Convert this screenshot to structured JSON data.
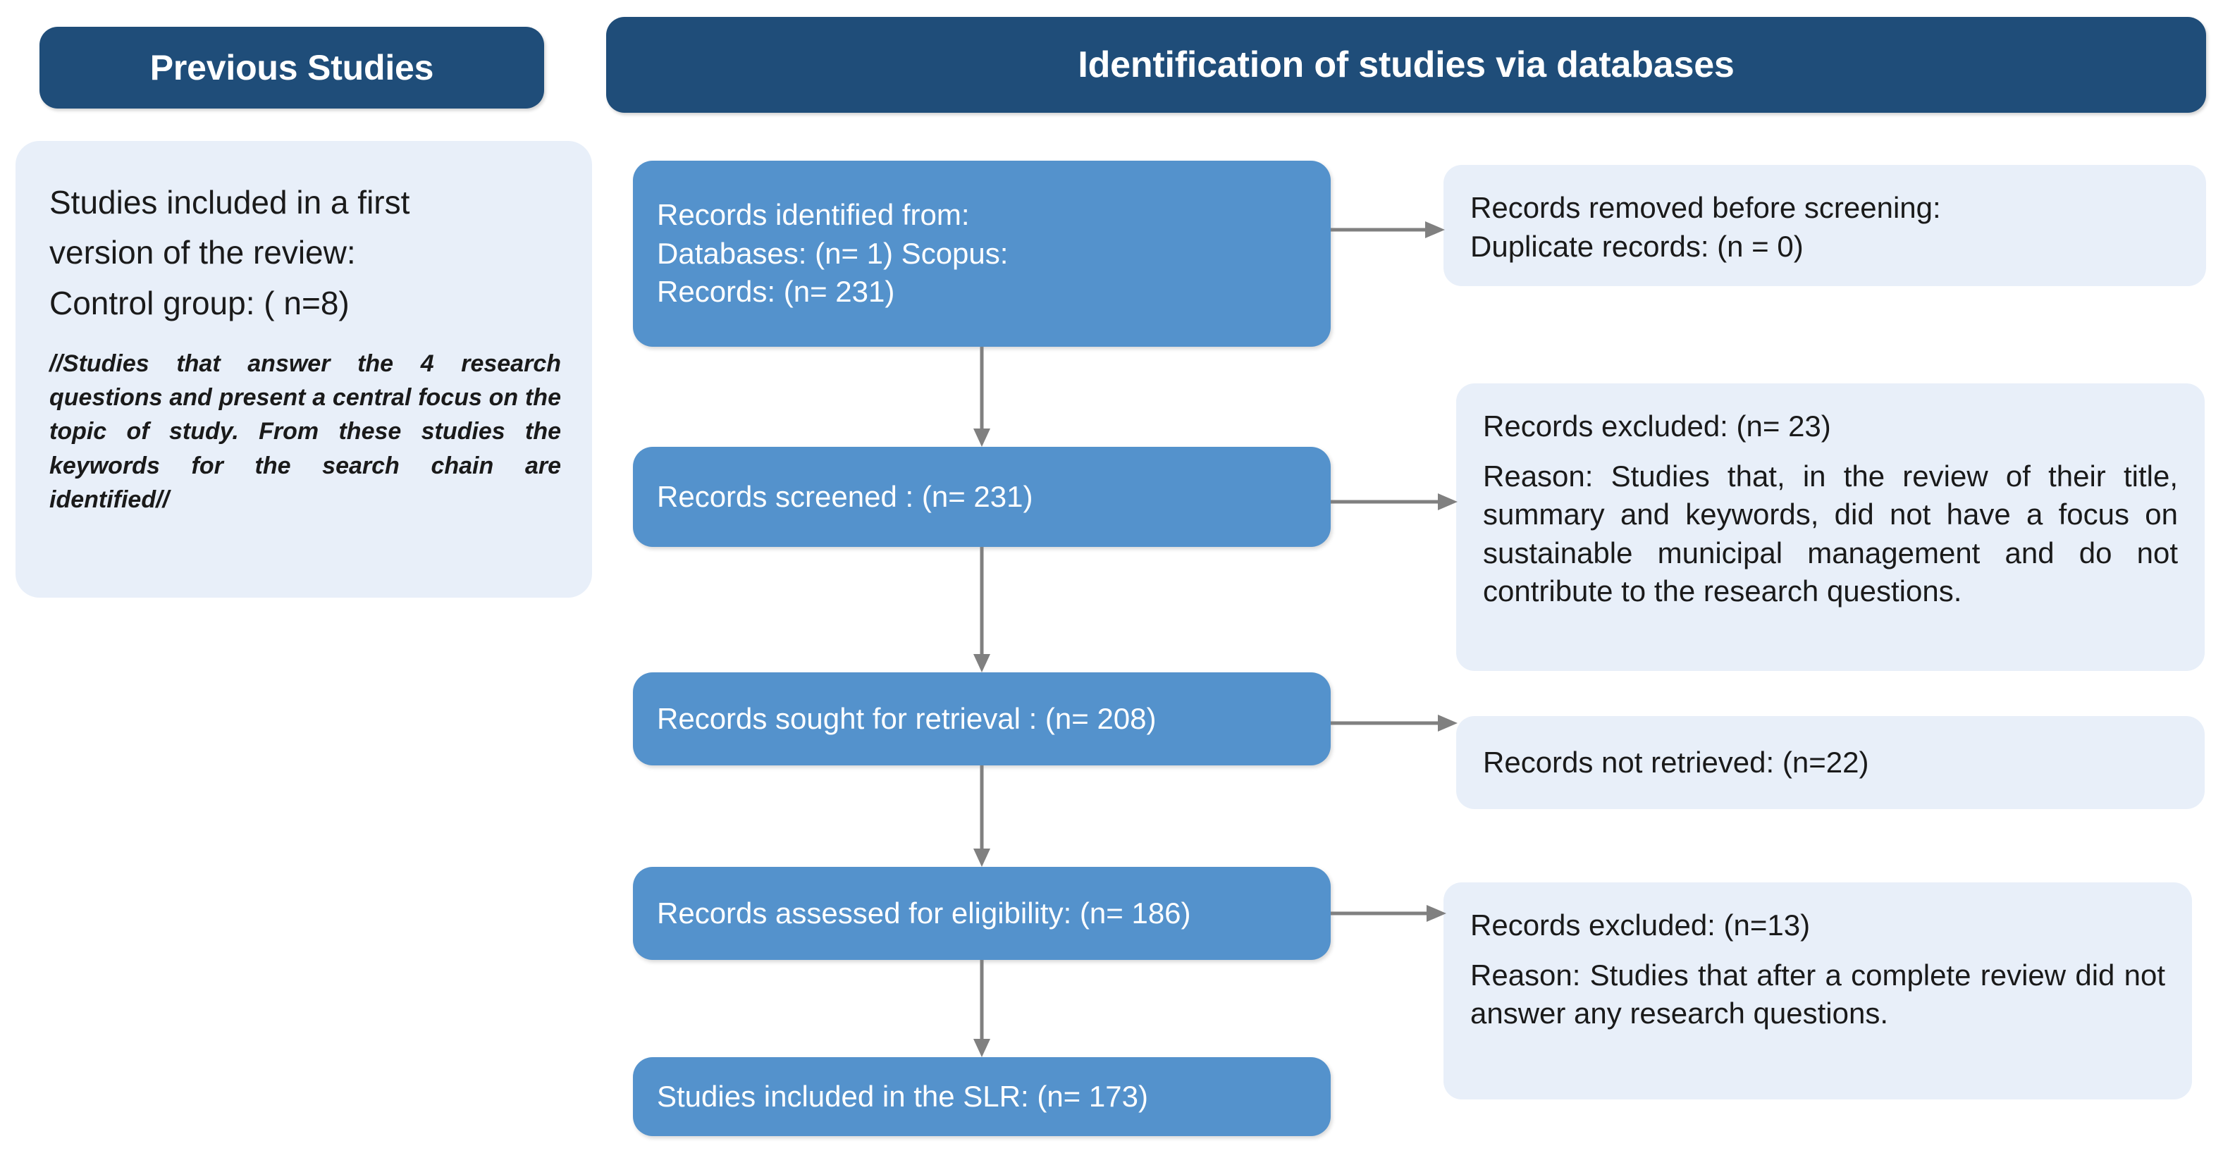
{
  "headers": {
    "previous_studies": "Previous Studies",
    "identification": "Identification of studies via databases"
  },
  "note": {
    "heading": "Studies included in a first\nversion of the review:\nControl group: ( n=8)",
    "italic": "//Studies that answer the 4 research questions and present a central focus on the topic of study. From these studies the keywords for the search chain are identified//"
  },
  "flow": {
    "boxes": [
      {
        "id": "identified",
        "text": "Records identified from:\nDatabases: (n= 1) Scopus:\nRecords: (n= 231)"
      },
      {
        "id": "screened",
        "text": "Records screened : (n= 231)"
      },
      {
        "id": "sought",
        "text": "Records sought for retrieval : (n= 208)"
      },
      {
        "id": "assessed",
        "text": "Records assessed for eligibility: (n= 186)"
      },
      {
        "id": "included",
        "text": "Studies included in the SLR: (n= 173)"
      }
    ]
  },
  "outcomes": [
    {
      "id": "removed",
      "title": "Records removed before screening:\nDuplicate records: (n = 0)",
      "reason": ""
    },
    {
      "id": "excluded-screening",
      "title": " Records excluded: (n= 23)",
      "reason": "Reason: Studies that, in the review of their title, summary and keywords, did not have a focus on sustainable municipal management and do not contribute to the research questions."
    },
    {
      "id": "not-retrieved",
      "title": "  Records not retrieved:  (n=22)",
      "reason": ""
    },
    {
      "id": "excluded-eligibility",
      "title": "Records excluded:  (n=13)",
      "reason": "Reason: Studies that after a complete review did not answer any research questions."
    }
  ],
  "colors": {
    "header_navy": "#1F4D79",
    "process_blue": "#5492CC",
    "outcome_light": "#E8EFF9",
    "connector_gray": "#808080"
  },
  "connectors": {
    "down_arrow_icon": "arrow-down-icon",
    "right_arrow_icon": "arrow-right-icon"
  }
}
